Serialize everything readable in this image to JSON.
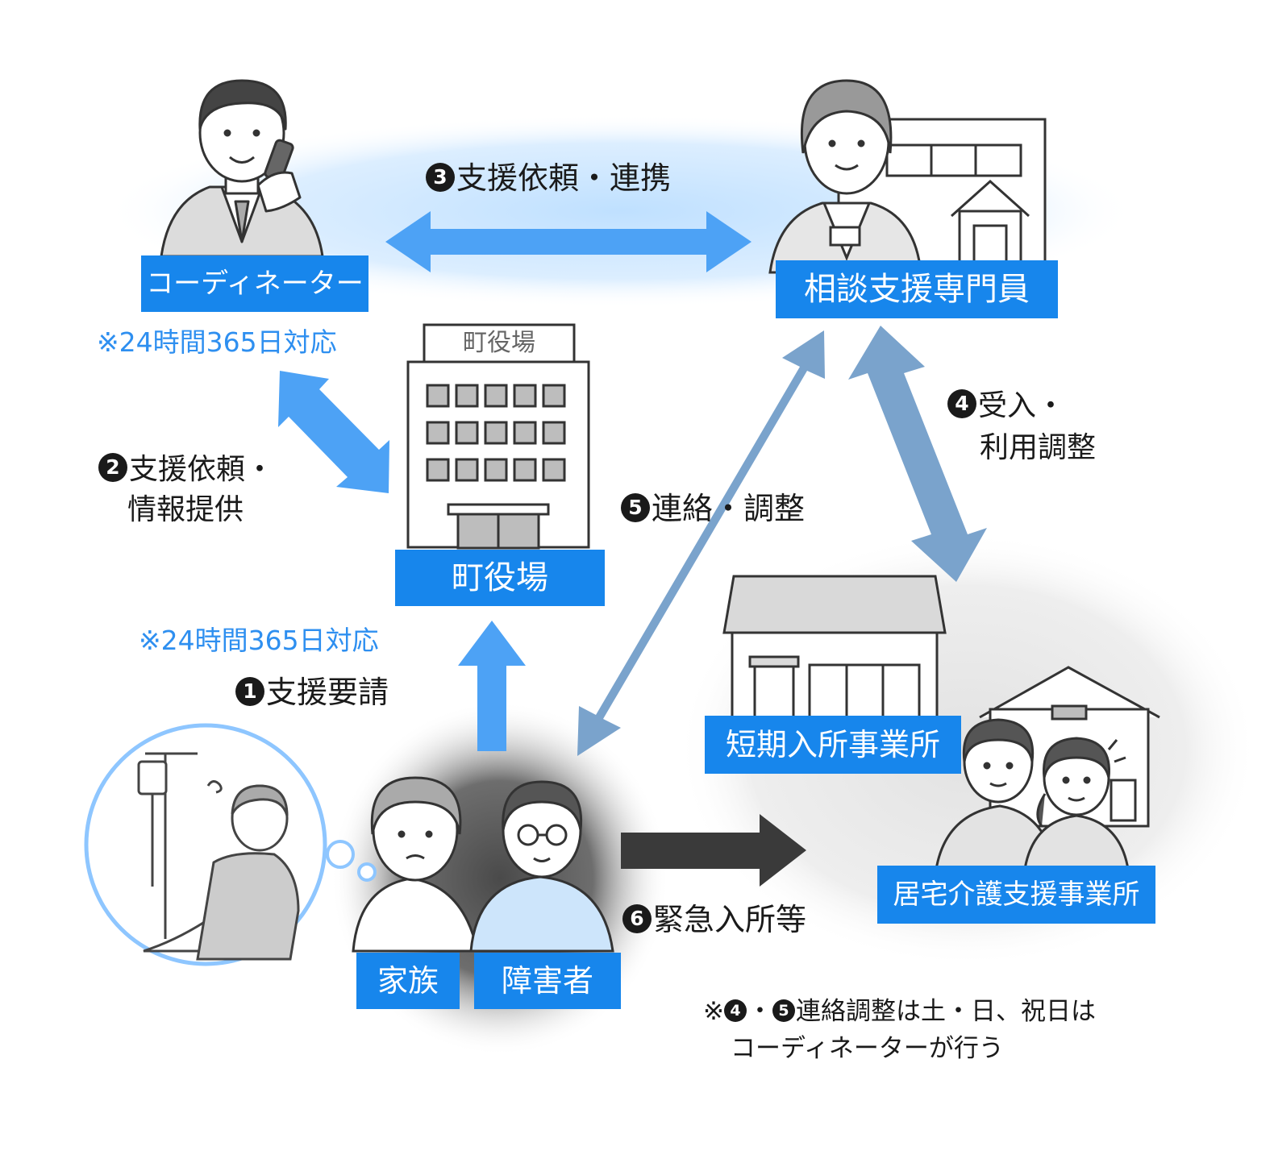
{
  "labels": {
    "coordinator": "コーディネーター",
    "counselor": "相談支援専門員",
    "town_hall": "町役場",
    "town_hall_sign": "町役場",
    "short_stay": "短期入所事業所",
    "home_care": "居宅介護支援事業所",
    "family": "家族",
    "disabled_person": "障害者"
  },
  "notes": {
    "coordinator_24h": "※24時間365日対応",
    "town_hall_24h": "※24時間365日対応",
    "footnote_prefix": "※",
    "footnote_num_a": "4",
    "footnote_dot": "・",
    "footnote_num_b": "5",
    "footnote_line1": "連絡調整は土・日、祝日は",
    "footnote_line2": "コーディネーターが行う"
  },
  "steps": [
    {
      "num": "1",
      "text": "支援要請"
    },
    {
      "num": "2",
      "text": "支援依頼・",
      "text2": "情報提供"
    },
    {
      "num": "3",
      "text": "支援依頼・連携"
    },
    {
      "num": "4",
      "text": "受入・",
      "text2": "利用調整"
    },
    {
      "num": "5",
      "text": "連絡・調整"
    },
    {
      "num": "6",
      "text": "緊急入所等"
    }
  ],
  "colors": {
    "label_bg": "#1786ec",
    "arrow_bright": "#4da2f5",
    "arrow_steel": "#7aa3cc",
    "arrow_dark": "#3a3a3a",
    "note_blue": "#2e8ff0"
  }
}
